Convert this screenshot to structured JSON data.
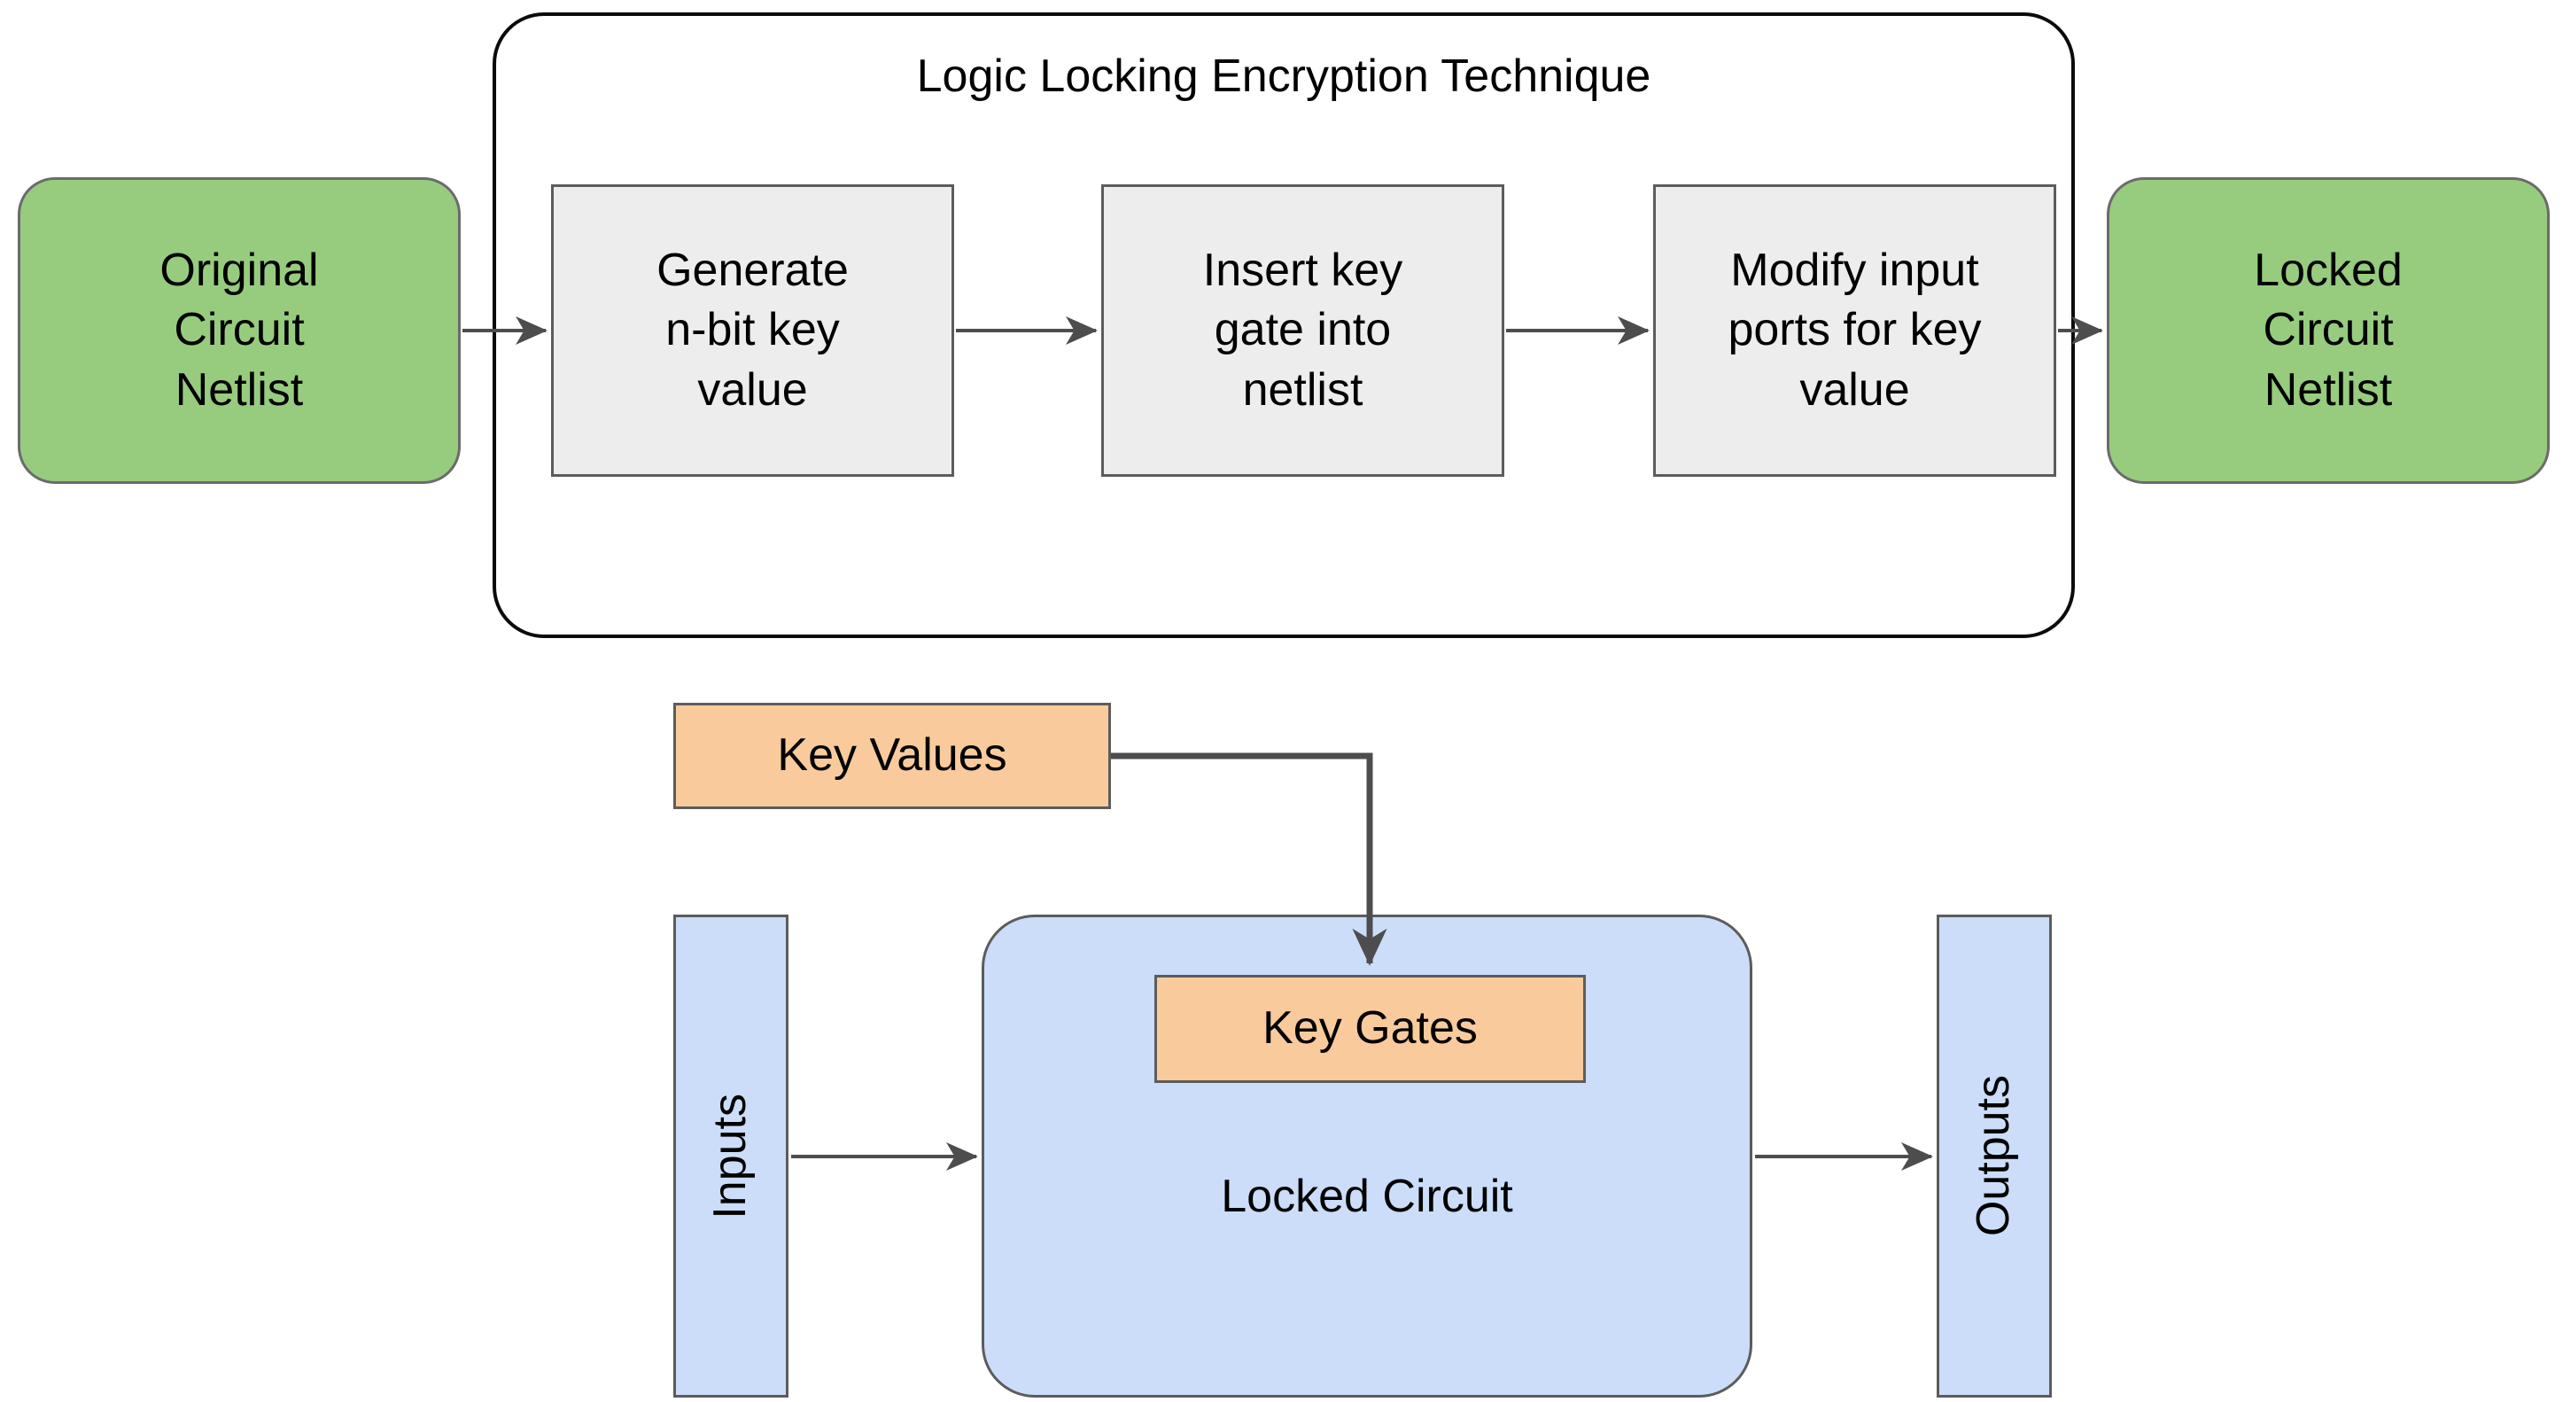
{
  "diagram": {
    "title": "Logic Locking Encryption Technique",
    "colors": {
      "green_fill": "#97cc7e",
      "gray_fill": "#ededed",
      "orange_fill": "#f9cb9c",
      "blue_fill": "#cbddf8",
      "node_stroke": "#5c5c5c",
      "container_stroke": "#0b0b0b",
      "edge_stroke": "#4d4d4d",
      "background": "#ffffff",
      "text": "#000000"
    }
  },
  "flow": {
    "input_node": {
      "label": "Original Circuit Netlist",
      "line1": "Original",
      "line2": "Circuit",
      "line3": "Netlist"
    },
    "steps": [
      {
        "id": "generate-key",
        "label": "Generate n-bit key value",
        "line1": "Generate",
        "line2": "n-bit key",
        "line3": "value"
      },
      {
        "id": "insert-gate",
        "label": "Insert key gate into netlist",
        "line1": "Insert key",
        "line2": "gate into",
        "line3": "netlist"
      },
      {
        "id": "modify-ports",
        "label": "Modify input ports for key value",
        "line1": "Modify input",
        "line2": "ports for key",
        "line3": "value"
      }
    ],
    "output_node": {
      "label": "Locked Circuit Netlist",
      "line1": "Locked",
      "line2": "Circuit",
      "line3": "Netlist"
    }
  },
  "circuit": {
    "key_values": "Key Values",
    "key_gates": "Key Gates",
    "locked_circuit": "Locked Circuit",
    "inputs": "Inputs",
    "outputs": "Outputs"
  }
}
